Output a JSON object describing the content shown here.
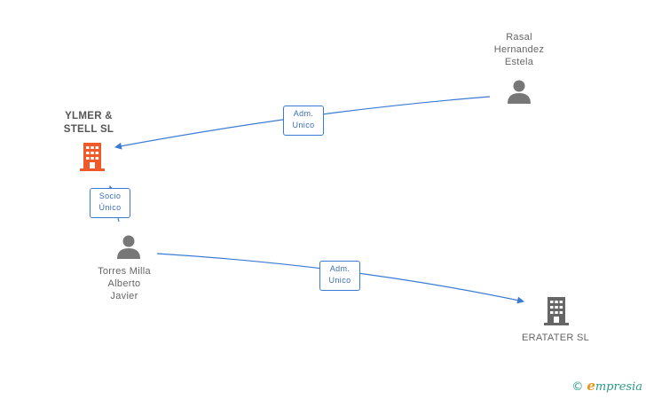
{
  "nodes": {
    "rasal": {
      "lines": [
        "Rasal",
        "Hernandez",
        "Estela"
      ],
      "type": "person"
    },
    "ylmer": {
      "lines": [
        "YLMER &",
        "STELL SL"
      ],
      "type": "company",
      "color": "#f05a28"
    },
    "torres": {
      "lines": [
        "Torres Milla",
        "Alberto",
        "Javier"
      ],
      "type": "person"
    },
    "eratater": {
      "lines": [
        "ERATATER SL"
      ],
      "type": "company",
      "color": "#666666"
    }
  },
  "relations": {
    "rasal_ylmer": {
      "lines": [
        "Adm.",
        "Unico"
      ]
    },
    "torres_ylmer": {
      "lines": [
        "Socio",
        "Único"
      ]
    },
    "torres_eratater": {
      "lines": [
        "Adm.",
        "Unico"
      ]
    }
  },
  "brand": {
    "symbol": "©",
    "initial": "e",
    "rest": "mpresia"
  },
  "colors": {
    "edge": "#3b7ad4",
    "person_icon": "#777777"
  }
}
